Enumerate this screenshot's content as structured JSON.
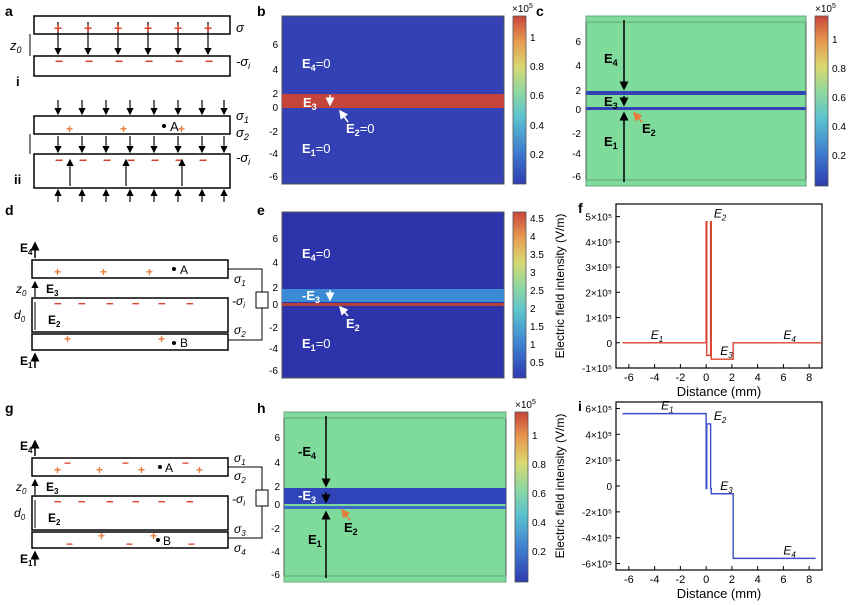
{
  "panel_letters": {
    "a": "a",
    "b": "b",
    "c": "c",
    "d": "d",
    "e": "e",
    "f": "f",
    "g": "g",
    "h": "h",
    "i": "i"
  },
  "panel_a": {
    "sigma_top": "σ",
    "sigma_bottom": "-σ",
    "sigma_bottom_sub": "i",
    "z0": "z",
    "z0_sub": "0",
    "roman_i": "i",
    "roman_ii": "ii",
    "sigma1": "σ",
    "sigma1_sub": "1",
    "sigma2": "σ",
    "sigma2_sub": "2",
    "sigma_i": "-σ",
    "sigma_i_sub": "i",
    "point_A": "A"
  },
  "panel_b": {
    "E4": "E",
    "E4_sub": "4",
    "E4_val": "=0",
    "E3": "E",
    "E3_sub": "3",
    "E2": "E",
    "E2_sub": "2",
    "E2_val": "=0",
    "E1": "E",
    "E1_sub": "1",
    "E1_val": "=0",
    "colorbar_scale": "×10",
    "colorbar_exp": "5",
    "colorbar_ticks": [
      "1",
      "0.8",
      "0.6",
      "0.4",
      "0.2"
    ],
    "y_ticks": [
      "6",
      "4",
      "2",
      "0",
      "-2",
      "-4",
      "-6"
    ]
  },
  "panel_c": {
    "E4": "E",
    "E4_sub": "4",
    "E3": "E",
    "E3_sub": "3",
    "E2": "E",
    "E2_sub": "2",
    "E1": "E",
    "E1_sub": "1",
    "colorbar_scale": "×10",
    "colorbar_exp": "5",
    "colorbar_ticks": [
      "1",
      "0.8",
      "0.6",
      "0.4",
      "0.2"
    ],
    "y_ticks": [
      "6",
      "4",
      "2",
      "0",
      "-2",
      "-4",
      "-6"
    ]
  },
  "panel_d": {
    "E4": "E",
    "E4_sub": "4",
    "E3": "E",
    "E3_sub": "3",
    "E2": "E",
    "E2_sub": "2",
    "E1": "E",
    "E1_sub": "1",
    "z0": "z",
    "z0_sub": "0",
    "d0": "d",
    "d0_sub": "0",
    "sigma1": "σ",
    "sigma1_sub": "1",
    "sigma_i": "-σ",
    "sigma_i_sub": "i",
    "sigma2": "σ",
    "sigma2_sub": "2",
    "point_A": "A",
    "point_B": "B"
  },
  "panel_e": {
    "E4": "E",
    "E4_sub": "4",
    "E4_val": "=0",
    "E3": "-E",
    "E3_sub": "3",
    "E2": "E",
    "E2_sub": "2",
    "E1": "E",
    "E1_sub": "1",
    "E1_val": "=0",
    "colorbar_ticks": [
      "4.5",
      "4",
      "3.5",
      "3",
      "2.5",
      "2",
      "1.5",
      "1",
      "0.5"
    ],
    "y_ticks": [
      "6",
      "4",
      "2",
      "0",
      "-2",
      "-4",
      "-6"
    ]
  },
  "panel_g": {
    "E4": "E",
    "E4_sub": "4",
    "E3": "E",
    "E3_sub": "3",
    "E2": "E",
    "E2_sub": "2",
    "E1": "E",
    "E1_sub": "1",
    "z0": "z",
    "z0_sub": "0",
    "d0": "d",
    "d0_sub": "0",
    "sigma1": "σ",
    "sigma1_sub": "1",
    "sigma2": "σ",
    "sigma2_sub": "2",
    "sigma_i": "-σ",
    "sigma_i_sub": "i",
    "sigma3": "σ",
    "sigma3_sub": "3",
    "sigma4": "σ",
    "sigma4_sub": "4",
    "point_A": "A",
    "point_B": "B"
  },
  "panel_h": {
    "E4": "-E",
    "E4_sub": "4",
    "E3": "-E",
    "E3_sub": "3",
    "E2": "E",
    "E2_sub": "2",
    "E1": "E",
    "E1_sub": "1",
    "colorbar_scale": "×10",
    "colorbar_exp": "5",
    "colorbar_ticks": [
      "1",
      "0.8",
      "0.6",
      "0.4",
      "0.2"
    ],
    "y_ticks": [
      "6",
      "4",
      "2",
      "0",
      "-2",
      "-4",
      "-6"
    ]
  },
  "chart_data": [
    {
      "type": "line",
      "panel": "f",
      "xlabel": "Distance (mm)",
      "ylabel": "Electric field intensity (V/m)",
      "xlim": [
        -7,
        9
      ],
      "ylim": [
        -100000,
        550000
      ],
      "x_ticks": [
        -6,
        -4,
        -2,
        0,
        2,
        4,
        6,
        8
      ],
      "y_ticks": [
        500000,
        400000,
        300000,
        200000,
        100000,
        0,
        -100000
      ],
      "y_tick_labels": [
        "5×10⁵",
        "4×10⁵",
        "3×10⁵",
        "2×10⁵",
        "1×10⁵",
        "0",
        "-1×10⁵"
      ],
      "series": [
        {
          "color": "#d9442f",
          "x": [
            -6.5,
            0,
            0,
            0.05,
            0.05,
            0.35,
            0.35,
            0.4,
            0.4,
            1.6,
            1.6,
            2.1,
            2.1,
            9
          ],
          "y": [
            0,
            0,
            480000,
            480000,
            -50000,
            -50000,
            480000,
            480000,
            -65000,
            -65000,
            -65000,
            -65000,
            0,
            0
          ]
        }
      ],
      "annotations": [
        {
          "text": "E",
          "sub": "1",
          "x": -4.3,
          "y": 0
        },
        {
          "text": "E",
          "sub": "2",
          "x": 0.6,
          "y": 480000
        },
        {
          "text": "E",
          "sub": "3",
          "x": 1.1,
          "y": -65000
        },
        {
          "text": "E",
          "sub": "4",
          "x": 6,
          "y": 0
        }
      ]
    },
    {
      "type": "line",
      "panel": "i",
      "xlabel": "Distance (mm)",
      "ylabel": "Electric field intensity (V/m)",
      "xlim": [
        -7,
        9
      ],
      "ylim": [
        -650000,
        650000
      ],
      "x_ticks": [
        -6,
        -4,
        -2,
        0,
        2,
        4,
        6,
        8
      ],
      "y_ticks": [
        600000,
        400000,
        200000,
        0,
        -200000,
        -400000,
        -600000
      ],
      "y_tick_labels": [
        "6×10⁵",
        "4×10⁵",
        "2×10⁵",
        "0",
        "-2×10⁵",
        "-4×10⁵",
        "-6×10⁵"
      ],
      "series": [
        {
          "color": "#3a4fc9",
          "x": [
            -6.5,
            0,
            0,
            0.05,
            0.05,
            0.35,
            0.35,
            0.4,
            0.4,
            1.6,
            1.6,
            2.1,
            2.1,
            8.5
          ],
          "y": [
            560000,
            560000,
            -20000,
            -20000,
            480000,
            480000,
            -20000,
            -20000,
            -60000,
            -60000,
            -60000,
            -60000,
            -560000,
            -560000
          ]
        }
      ],
      "annotations": [
        {
          "text": "E",
          "sub": "1",
          "x": -3.5,
          "y": 560000
        },
        {
          "text": "E",
          "sub": "2",
          "x": 0.6,
          "y": 480000
        },
        {
          "text": "E",
          "sub": "3",
          "x": 1.1,
          "y": -60000
        },
        {
          "text": "E",
          "sub": "4",
          "x": 6,
          "y": -560000
        }
      ]
    }
  ]
}
